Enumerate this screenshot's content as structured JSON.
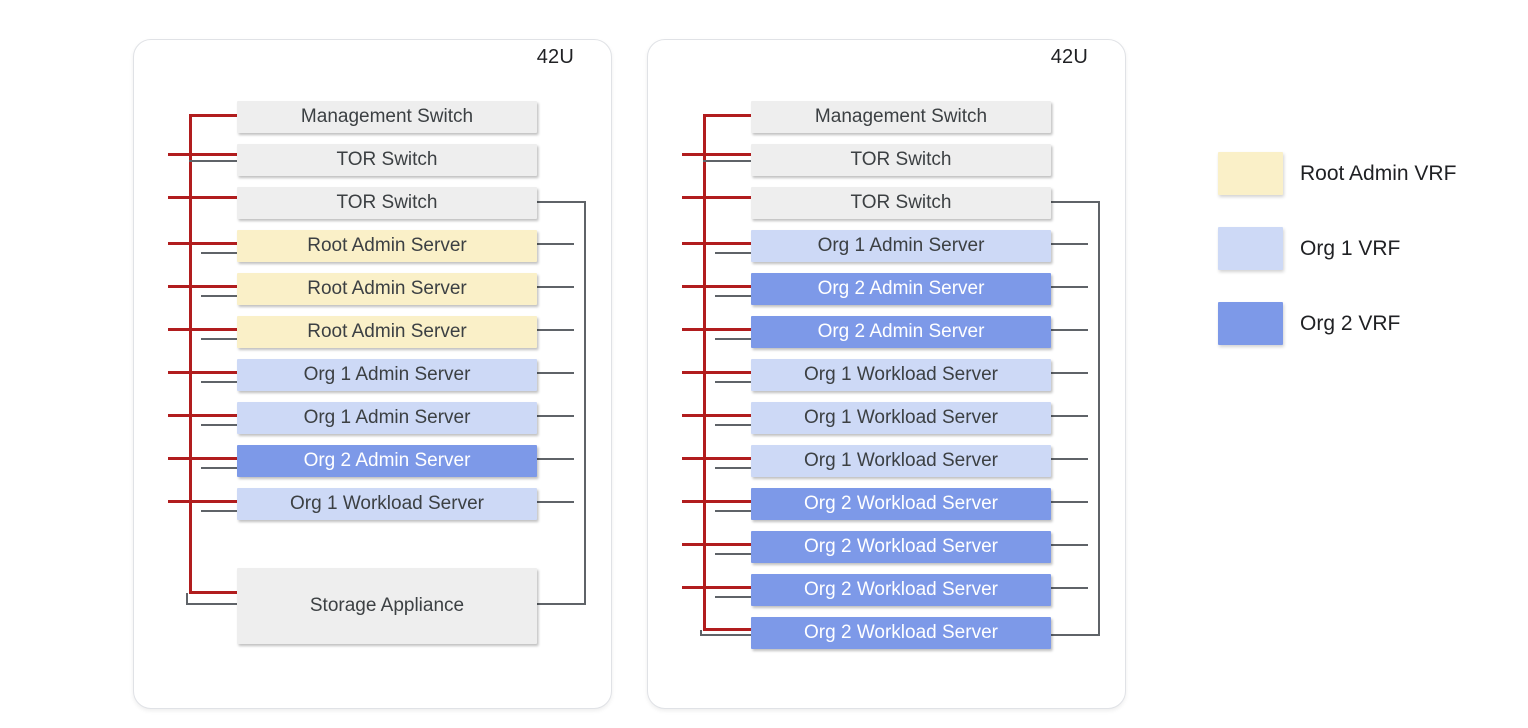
{
  "racks": [
    {
      "name": "rack-1",
      "capacity_label": "42U",
      "units": [
        {
          "label": "Management Switch",
          "vrf": "switch",
          "mgmt": "corner",
          "data_left": "none",
          "data_right": "none"
        },
        {
          "label": "TOR Switch",
          "vrf": "switch",
          "mgmt": "tick",
          "data_left": "bus",
          "data_right": "none"
        },
        {
          "label": "TOR Switch",
          "vrf": "switch",
          "mgmt": "tick",
          "data_left": "none",
          "data_right": "bus-start"
        },
        {
          "label": "Root Admin Server",
          "vrf": "root_admin",
          "mgmt": "tick",
          "data_left": "stub",
          "data_right": "stub"
        },
        {
          "label": "Root Admin Server",
          "vrf": "root_admin",
          "mgmt": "tick",
          "data_left": "stub",
          "data_right": "stub"
        },
        {
          "label": "Root Admin Server",
          "vrf": "root_admin",
          "mgmt": "tick",
          "data_left": "stub",
          "data_right": "stub"
        },
        {
          "label": "Org 1 Admin Server",
          "vrf": "org1",
          "mgmt": "tick",
          "data_left": "stub",
          "data_right": "stub"
        },
        {
          "label": "Org 1 Admin Server",
          "vrf": "org1",
          "mgmt": "tick",
          "data_left": "stub",
          "data_right": "stub"
        },
        {
          "label": "Org 2 Admin Server",
          "vrf": "org2",
          "mgmt": "tick",
          "data_left": "stub",
          "data_right": "stub"
        },
        {
          "label": "Org 1 Workload Server",
          "vrf": "org1",
          "mgmt": "tick",
          "data_left": "stub",
          "data_right": "stub"
        },
        {
          "label": "Storage Appliance",
          "vrf": "switch",
          "mgmt": "bus-end",
          "data_left": "L",
          "data_right": "bus-end",
          "tall": true
        }
      ]
    },
    {
      "name": "rack-2",
      "capacity_label": "42U",
      "units": [
        {
          "label": "Management Switch",
          "vrf": "switch",
          "mgmt": "corner",
          "data_left": "none",
          "data_right": "none"
        },
        {
          "label": "TOR Switch",
          "vrf": "switch",
          "mgmt": "tick",
          "data_left": "bus",
          "data_right": "none"
        },
        {
          "label": "TOR Switch",
          "vrf": "switch",
          "mgmt": "tick",
          "data_left": "none",
          "data_right": "bus-start"
        },
        {
          "label": "Org 1 Admin Server",
          "vrf": "org1",
          "mgmt": "tick",
          "data_left": "stub",
          "data_right": "stub"
        },
        {
          "label": "Org 2 Admin Server",
          "vrf": "org2",
          "mgmt": "tick",
          "data_left": "stub",
          "data_right": "stub"
        },
        {
          "label": "Org 2 Admin Server",
          "vrf": "org2",
          "mgmt": "tick",
          "data_left": "stub",
          "data_right": "stub"
        },
        {
          "label": "Org 1 Workload Server",
          "vrf": "org1",
          "mgmt": "tick",
          "data_left": "stub",
          "data_right": "stub"
        },
        {
          "label": "Org 1 Workload Server",
          "vrf": "org1",
          "mgmt": "tick",
          "data_left": "stub",
          "data_right": "stub"
        },
        {
          "label": "Org 1 Workload Server",
          "vrf": "org1",
          "mgmt": "tick",
          "data_left": "stub",
          "data_right": "stub"
        },
        {
          "label": "Org 2 Workload Server",
          "vrf": "org2",
          "mgmt": "tick",
          "data_left": "stub",
          "data_right": "stub"
        },
        {
          "label": "Org 2 Workload Server",
          "vrf": "org2",
          "mgmt": "tick",
          "data_left": "stub",
          "data_right": "stub"
        },
        {
          "label": "Org 2 Workload Server",
          "vrf": "org2",
          "mgmt": "tick",
          "data_left": "stub",
          "data_right": "stub"
        },
        {
          "label": "Org 2 Workload Server",
          "vrf": "org2",
          "mgmt": "bus-end",
          "data_left": "L",
          "data_right": "bus-end"
        }
      ]
    }
  ],
  "legend": {
    "items": [
      {
        "label": "Root Admin VRF",
        "vrf": "root_admin"
      },
      {
        "label": "Org 1 VRF",
        "vrf": "org1"
      },
      {
        "label": "Org 2 VRF",
        "vrf": "org2"
      }
    ]
  },
  "colors": {
    "root_admin": "#FAF0C8",
    "org1": "#CDD9F6",
    "org2": "#7D99E8",
    "switch": "#EEEEEE",
    "mgmt_line": "#B11D1E",
    "data_line": "#5F6368",
    "text_dark": "#3C4043",
    "text_light": "#FFFFFF"
  }
}
